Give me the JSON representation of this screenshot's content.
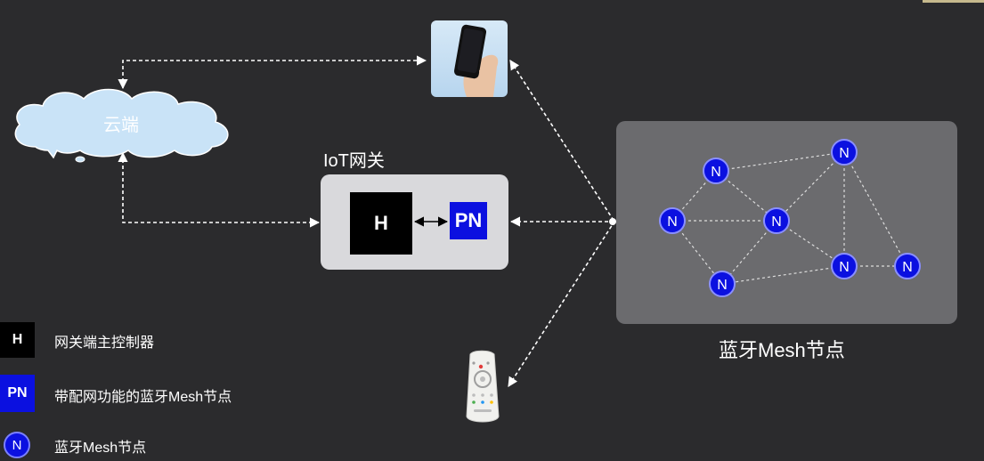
{
  "cloud": {
    "label": "云端"
  },
  "gateway": {
    "title": "IoT网关",
    "h_label": "H",
    "pn_label": "PN"
  },
  "mesh": {
    "title": "蓝牙Mesh节点",
    "node_label": "N",
    "nodes": [
      "N",
      "N",
      "N",
      "N",
      "N",
      "N",
      "N",
      "N"
    ]
  },
  "legend": {
    "items": [
      {
        "symbol": "H",
        "text": "网关端主控制器"
      },
      {
        "symbol": "PN",
        "text": "带配网功能的蓝牙Mesh节点"
      },
      {
        "symbol": "N",
        "text": "蓝牙Mesh节点"
      }
    ]
  },
  "colors": {
    "background": "#2b2b2d",
    "pn_blue": "#0b10e0",
    "node_blue": "#0b10e0",
    "gateway_panel": "#d9d9dc",
    "mesh_panel": "#6b6b6e",
    "cloud": "#c9e3f7"
  },
  "icons": {
    "phone": "smartphone-in-hand-icon",
    "remote": "remote-control-icon",
    "cloud": "cloud-icon"
  }
}
